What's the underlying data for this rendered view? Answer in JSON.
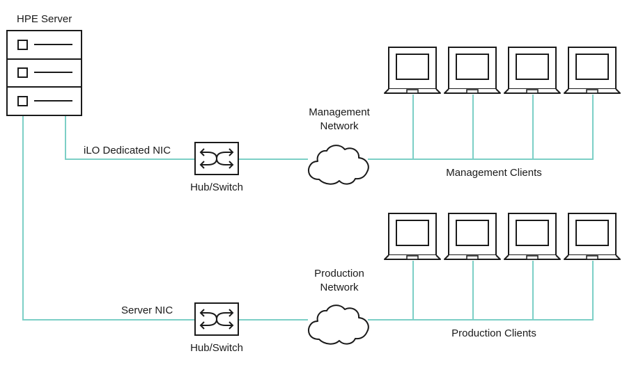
{
  "server": {
    "title": "HPE Server"
  },
  "management": {
    "nic_label": "iLO Dedicated NIC",
    "switch_label": "Hub/Switch",
    "network_label_line1": "Management",
    "network_label_line2": "Network",
    "clients_label": "Management Clients"
  },
  "production": {
    "nic_label": "Server NIC",
    "switch_label": "Hub/Switch",
    "network_label_line1": "Production",
    "network_label_line2": "Network",
    "clients_label": "Production Clients"
  },
  "colors": {
    "line": "#7ccfc6",
    "stroke": "#1a1a1a"
  },
  "icons": [
    "server-icon",
    "switch-icon",
    "cloud-icon",
    "laptop-icon"
  ]
}
